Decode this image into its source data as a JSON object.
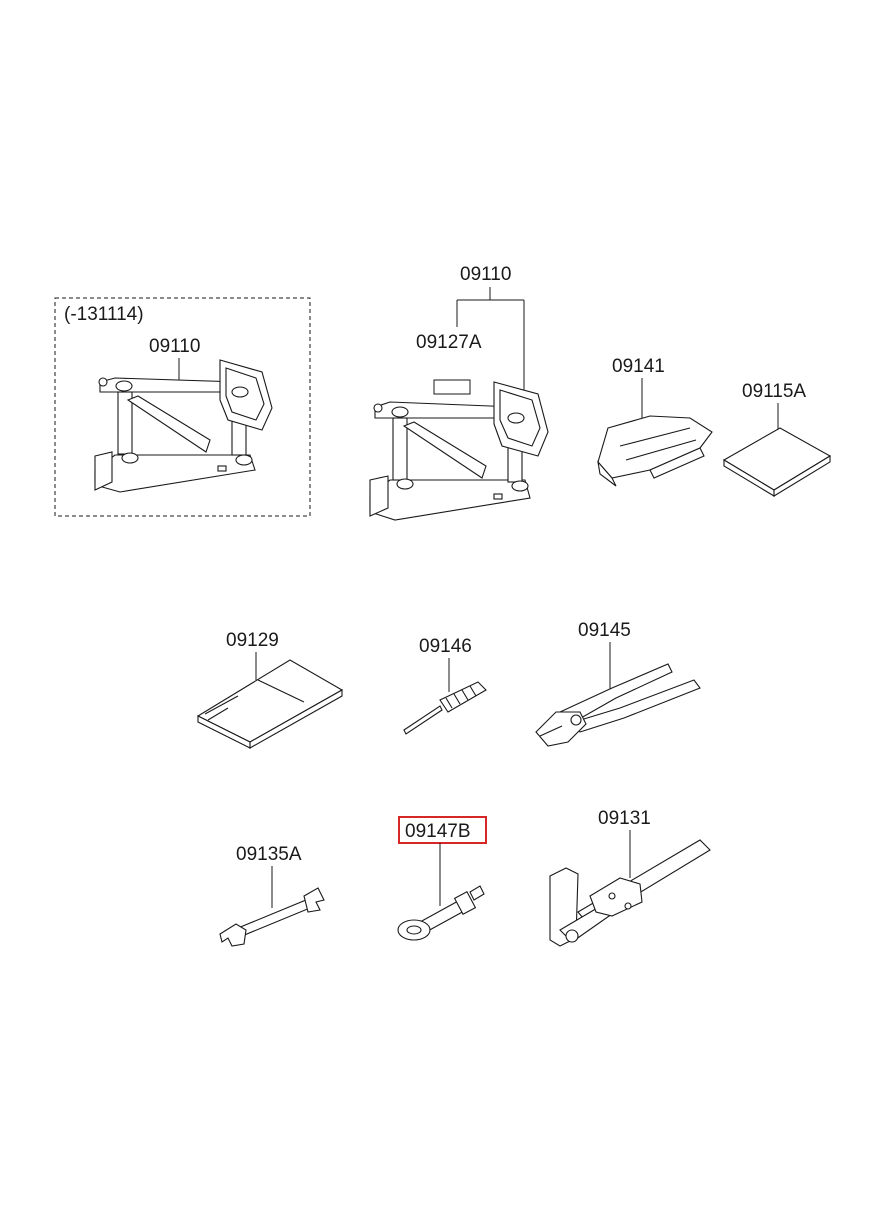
{
  "note_label": "(-131114)",
  "parts": [
    {
      "id": "jack-old",
      "label": "09110"
    },
    {
      "id": "jack-new",
      "label": "09110"
    },
    {
      "id": "jack-sticker",
      "label": "09127A"
    },
    {
      "id": "tray",
      "label": "09141"
    },
    {
      "id": "pad",
      "label": "09115A"
    },
    {
      "id": "tool-bag",
      "label": "09129"
    },
    {
      "id": "screwdriver",
      "label": "09146"
    },
    {
      "id": "pliers",
      "label": "09145"
    },
    {
      "id": "spanner",
      "label": "09135A"
    },
    {
      "id": "towing-hook",
      "label": "09147B",
      "highlighted": true
    },
    {
      "id": "wheel-wrench",
      "label": "09131"
    }
  ],
  "colors": {
    "highlight": "#d62626",
    "line": "#1a1a1a"
  }
}
